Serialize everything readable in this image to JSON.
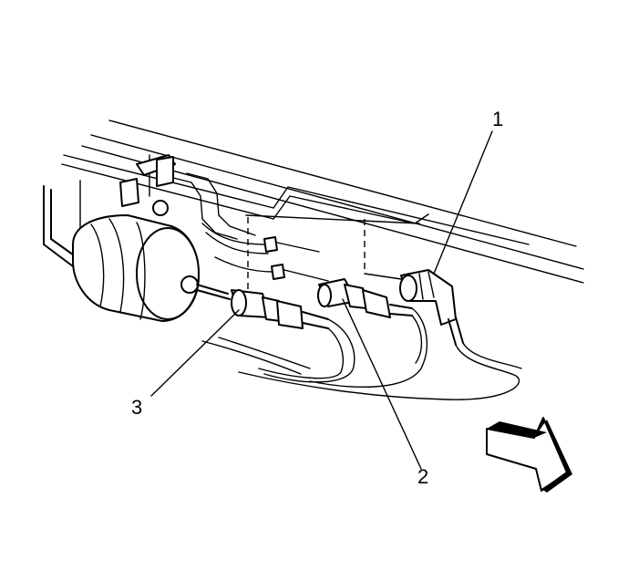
{
  "callouts": [
    {
      "id": "1",
      "text": "1"
    },
    {
      "id": "2",
      "text": "2"
    },
    {
      "id": "3",
      "text": "3"
    }
  ],
  "colors": {
    "stroke": "#000000",
    "background": "#ffffff",
    "arrow_shade": "#000000"
  },
  "icons": {
    "direction_arrow": "front-direction-arrow-icon"
  }
}
